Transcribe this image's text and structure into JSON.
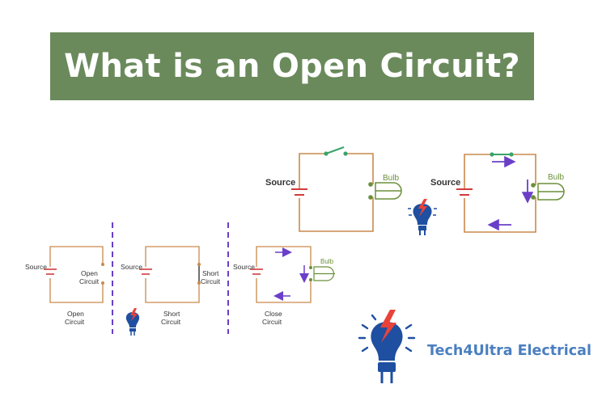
{
  "title": "What is an Open Circuit?",
  "brand": "Tech4Ultra Electrical",
  "colors": {
    "banner": "#6a8a5c",
    "wire": "#c98a4b",
    "battery": "#d23a3a",
    "switch": "#3aa36a",
    "bulb": "#6b8f3a",
    "arrow": "#6a3fc8",
    "divider": "#6a3fc8",
    "brand_text": "#4a7fc0",
    "logo_bulb": "#1f4fa0",
    "logo_bolt": "#e8433a"
  },
  "top_diagrams": {
    "open": {
      "source": "Source",
      "bulb": "Bulb"
    },
    "closed": {
      "source": "Source",
      "bulb": "Bulb"
    }
  },
  "small_diagrams": {
    "open": {
      "source": "Source",
      "gap_label": [
        "Open",
        "Circuit"
      ],
      "caption": [
        "Open",
        "Circuit"
      ]
    },
    "short": {
      "source": "Source",
      "gap_label": [
        "Short",
        "Circuit"
      ],
      "caption": [
        "Short",
        "Circuit"
      ]
    },
    "close": {
      "source": "Source",
      "bulb": "Bulb",
      "caption": [
        "Close",
        "Circuit"
      ]
    }
  },
  "icons": [
    "bulb-logo-icon",
    "bolt-icon"
  ]
}
